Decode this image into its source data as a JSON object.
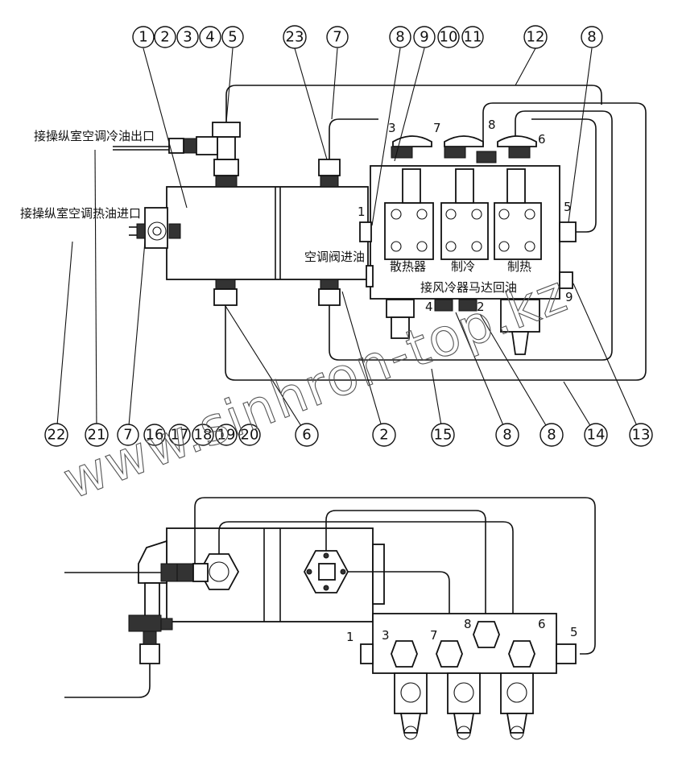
{
  "labels": {
    "cab_ac_cold_out": "接操纵室空调冷油出口",
    "cab_ac_hot_in": "接操纵室空调热油进口",
    "ac_valve_inlet": "空调阀进油",
    "radiator": "散热器",
    "cooling": "制冷",
    "heating": "制热",
    "fan_motor_return": "接风冷器马达回油"
  },
  "watermark": "www.sinhron-top.kz",
  "top_callouts": [
    "1",
    "2",
    "3",
    "4",
    "5",
    "23",
    "7",
    "8",
    "9",
    "10",
    "11",
    "12",
    "8"
  ],
  "bottom_callouts": [
    "22",
    "21",
    "7",
    "16",
    "17",
    "18",
    "19",
    "20",
    "6",
    "2",
    "15",
    "8",
    "8",
    "14",
    "13"
  ],
  "port_labels": {
    "top": [
      "1",
      "3",
      "7",
      "8",
      "6",
      "5",
      "4",
      "2",
      "9"
    ],
    "bottom": [
      "1",
      "3",
      "7",
      "8",
      "6",
      "5"
    ]
  }
}
